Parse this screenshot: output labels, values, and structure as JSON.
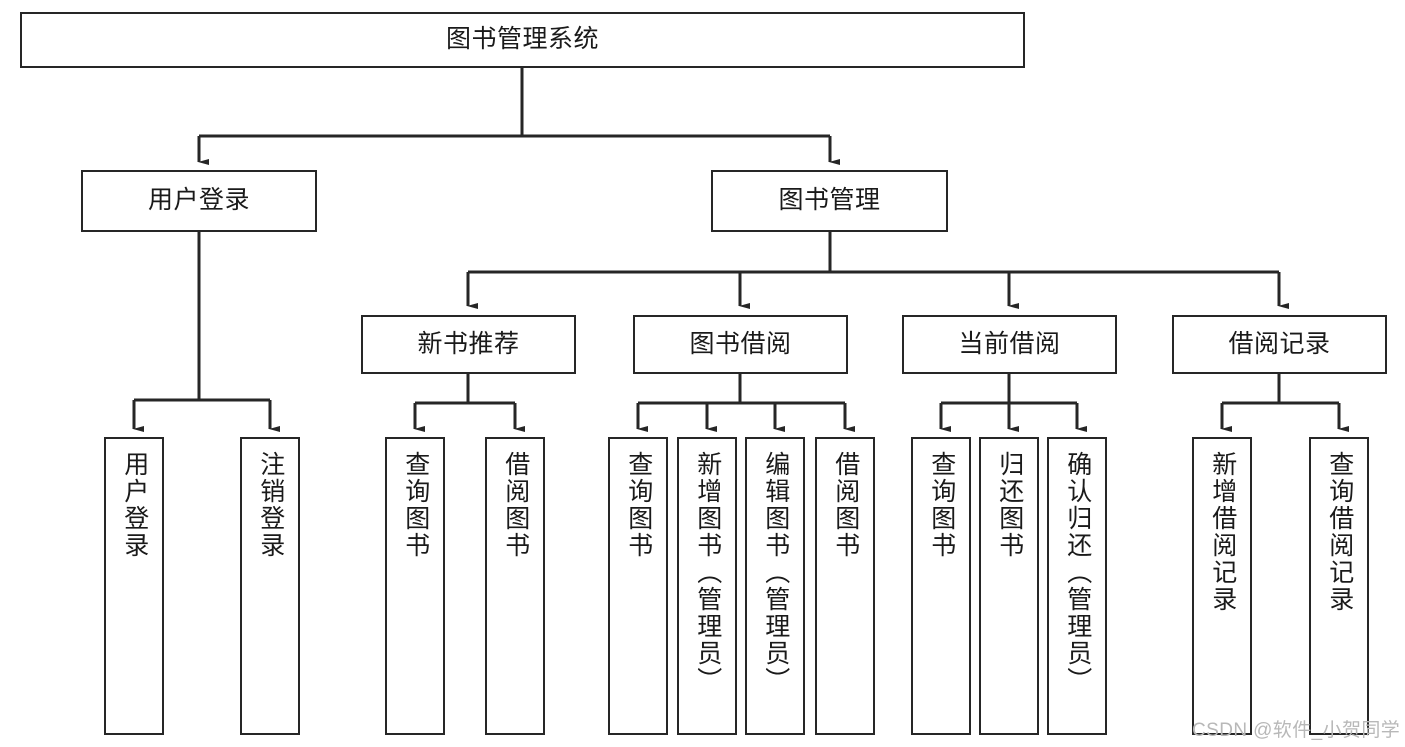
{
  "diagram": {
    "type": "tree-hierarchy",
    "title": "图书管理系统",
    "orientation": "top-down",
    "root": {
      "id": "root",
      "label": "图书管理系统"
    },
    "level2": [
      {
        "id": "user-login",
        "label": "用户登录"
      },
      {
        "id": "book-management",
        "label": "图书管理"
      }
    ],
    "level3": [
      {
        "id": "new-book-recommend",
        "label": "新书推荐",
        "parent": "book-management"
      },
      {
        "id": "book-borrow",
        "label": "图书借阅",
        "parent": "book-management"
      },
      {
        "id": "current-borrow",
        "label": "当前借阅",
        "parent": "book-management"
      },
      {
        "id": "borrow-record",
        "label": "借阅记录",
        "parent": "book-management"
      }
    ],
    "leaves": [
      {
        "id": "leaf-user-login",
        "label": "用户登录",
        "parent": "user-login"
      },
      {
        "id": "leaf-user-logout",
        "label": "注销登录",
        "parent": "user-login"
      },
      {
        "id": "leaf-query-book-1",
        "label": "查询图书",
        "parent": "new-book-recommend"
      },
      {
        "id": "leaf-borrow-book-1",
        "label": "借阅图书",
        "parent": "new-book-recommend"
      },
      {
        "id": "leaf-query-book-2",
        "label": "查询图书",
        "parent": "book-borrow"
      },
      {
        "id": "leaf-add-book",
        "label": "新增图书（管理员）",
        "parent": "book-borrow"
      },
      {
        "id": "leaf-edit-book",
        "label": "编辑图书（管理员）",
        "parent": "book-borrow"
      },
      {
        "id": "leaf-borrow-book-2",
        "label": "借阅图书",
        "parent": "book-borrow"
      },
      {
        "id": "leaf-query-book-3",
        "label": "查询图书",
        "parent": "current-borrow"
      },
      {
        "id": "leaf-return-book",
        "label": "归还图书",
        "parent": "current-borrow"
      },
      {
        "id": "leaf-confirm-return",
        "label": "确认归还（管理员）",
        "parent": "current-borrow"
      },
      {
        "id": "leaf-add-record",
        "label": "新增借阅记录",
        "parent": "borrow-record"
      },
      {
        "id": "leaf-query-record",
        "label": "查询借阅记录",
        "parent": "borrow-record"
      }
    ]
  },
  "watermark": {
    "text": "CSDN @软件_小贺同学"
  },
  "colors": {
    "border": "#262626",
    "background": "#ffffff",
    "text": "#1a1a1a",
    "watermark": "#b8b8b8"
  }
}
